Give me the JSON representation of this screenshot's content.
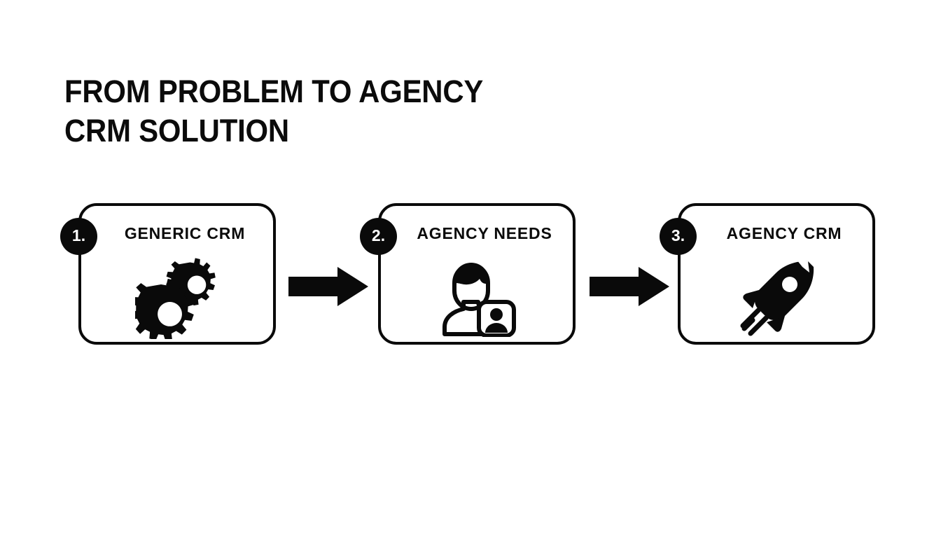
{
  "slide": {
    "background_color": "#ffffff",
    "ink_color": "#0a0a0a",
    "title": {
      "line1": "FROM PROBLEM TO AGENCY",
      "line2": "CRM SOLUTION"
    }
  },
  "flow": {
    "steps": [
      {
        "number": "1.",
        "label": "GENERIC CRM",
        "icon": "gears-icon"
      },
      {
        "number": "2.",
        "label": "AGENCY NEEDS",
        "icon": "user-with-contact-card-icon"
      },
      {
        "number": "3.",
        "label": "AGENCY CRM",
        "icon": "rocket-icon"
      }
    ],
    "connectors": [
      {
        "icon": "arrow-right-icon"
      },
      {
        "icon": "arrow-right-icon"
      }
    ]
  }
}
